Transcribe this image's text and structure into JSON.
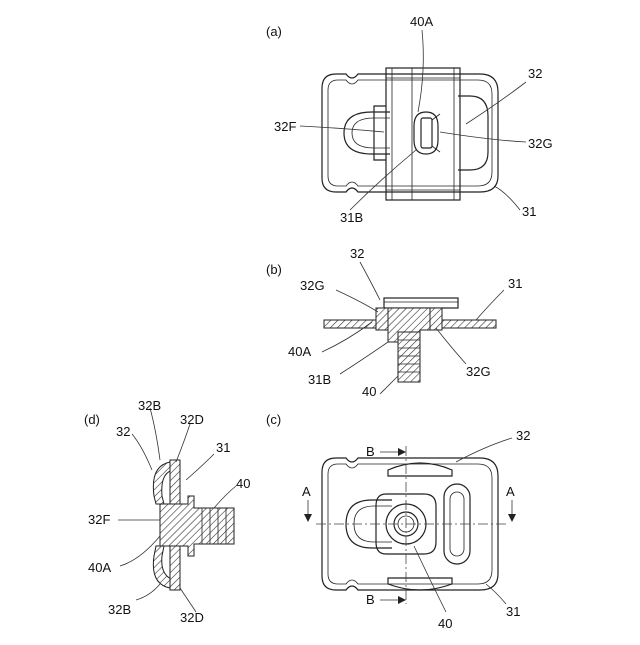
{
  "panels": {
    "a": {
      "tag": "(a)",
      "labels": {
        "l40A": "40A",
        "l32": "32",
        "l32F": "32F",
        "l32G": "32G",
        "l31B": "31B",
        "l31": "31"
      }
    },
    "b": {
      "tag": "(b)",
      "labels": {
        "l32": "32",
        "l32G_left": "32G",
        "l31": "31",
        "l40A": "40A",
        "l31B": "31B",
        "l40": "40",
        "l32G_right": "32G"
      }
    },
    "c": {
      "tag": "(c)",
      "labels": {
        "lB_top": "B",
        "lB_bottom": "B",
        "l32": "32",
        "lA_left": "A",
        "lA_right": "A",
        "l40": "40",
        "l31": "31"
      }
    },
    "d": {
      "tag": "(d)",
      "labels": {
        "l32B_top": "32B",
        "l32": "32",
        "l32D_top": "32D",
        "l31": "31",
        "l40": "40",
        "l32F": "32F",
        "l40A": "40A",
        "l32B_bottom": "32B",
        "l32D_bottom": "32D"
      }
    }
  }
}
